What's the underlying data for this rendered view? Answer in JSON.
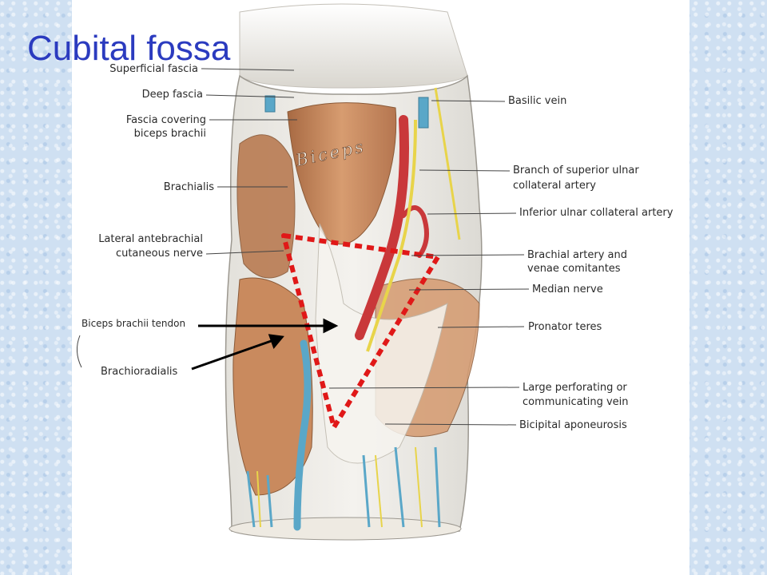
{
  "slide": {
    "title": "Cubital fossa"
  },
  "illustration": {
    "muscle_label": "Biceps",
    "labels_left": [
      {
        "id": "superficial-fascia",
        "text": "Superficial fascia"
      },
      {
        "id": "deep-fascia",
        "text": "Deep fascia"
      },
      {
        "id": "fascia-covering-1",
        "text": "Fascia covering"
      },
      {
        "id": "fascia-covering-2",
        "text": "biceps brachii"
      },
      {
        "id": "brachialis",
        "text": "Brachialis"
      },
      {
        "id": "lat-antebrachial-1",
        "text": "Lateral antebrachial"
      },
      {
        "id": "lat-antebrachial-2",
        "text": "cutaneous nerve"
      },
      {
        "id": "biceps-tendon",
        "text": "Biceps brachii tendon"
      },
      {
        "id": "brachioradialis",
        "text": "Brachioradialis"
      }
    ],
    "labels_right": [
      {
        "id": "basilic-vein",
        "text": "Basilic vein"
      },
      {
        "id": "branch-sup-ulnar-1",
        "text": "Branch of superior ulnar"
      },
      {
        "id": "branch-sup-ulnar-2",
        "text": "collateral artery"
      },
      {
        "id": "inf-ulnar",
        "text": "Inferior ulnar collateral artery"
      },
      {
        "id": "brachial-artery-1",
        "text": "Brachial artery and"
      },
      {
        "id": "brachial-artery-2",
        "text": "venae comitantes"
      },
      {
        "id": "median-nerve",
        "text": "Median nerve"
      },
      {
        "id": "pronator-teres",
        "text": "Pronator teres"
      },
      {
        "id": "perforating-1",
        "text": "Large perforating or"
      },
      {
        "id": "perforating-2",
        "text": "communicating vein"
      },
      {
        "id": "bicipital-aponeurosis",
        "text": "Bicipital aponeurosis"
      }
    ],
    "colors": {
      "title": "#2b3bbf",
      "muscle": "#c98a5e",
      "artery": "#c9383a",
      "vein": "#5aa7c8",
      "nerve": "#e8d44a",
      "triangle_outline": "#e01818",
      "arrow": "#000000"
    }
  }
}
